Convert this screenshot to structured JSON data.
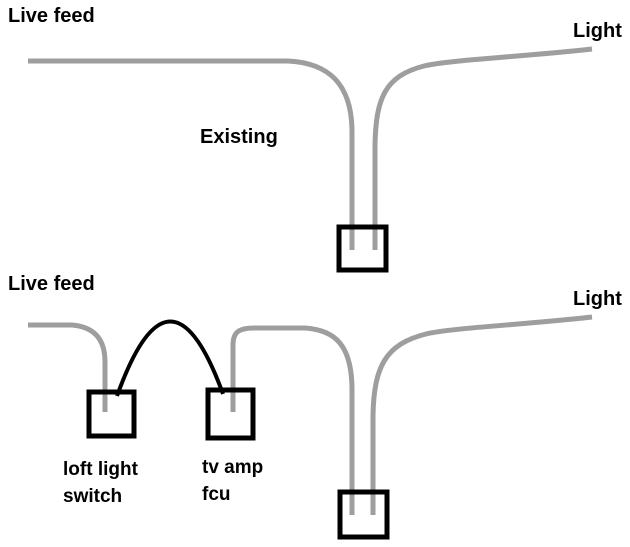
{
  "colors": {
    "wire_gray": "#9e9e9e",
    "ink": "#000000"
  },
  "existing": {
    "live_feed_label": "Live feed",
    "light_label": "Light",
    "title": "Existing"
  },
  "proposed": {
    "live_feed_label": "Live feed",
    "light_label": "Light",
    "loft_switch_label_line1": "loft light",
    "loft_switch_label_line2": "switch",
    "fcu_label_line1": "tv amp",
    "fcu_label_line2": "fcu"
  }
}
